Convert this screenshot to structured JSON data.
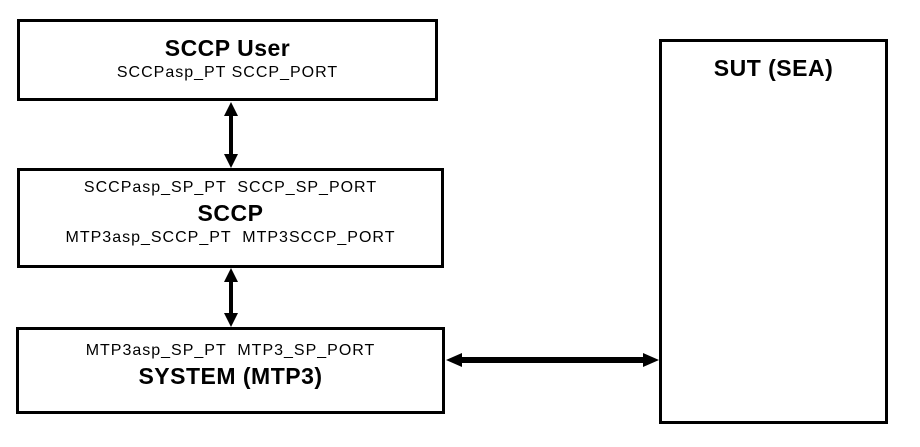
{
  "colors": {
    "background": "#ffffff",
    "line": "#000000",
    "text": "#000000"
  },
  "boxes": {
    "sccp_user": {
      "title": "SCCP User",
      "ports": "SCCPasp_PT SCCP_PORT"
    },
    "sccp": {
      "ports_upper": "SCCPasp_SP_PT  SCCP_SP_PORT",
      "title": "SCCP",
      "ports_lower": "MTP3asp_SCCP_PT  MTP3SCCP_PORT"
    },
    "system_mtp3": {
      "ports_upper": "MTP3asp_SP_PT  MTP3_SP_PORT",
      "title": "SYSTEM (MTP3)"
    },
    "sut": {
      "title": "SUT (SEA)"
    }
  },
  "connectors": [
    {
      "name": "sccp-user-to-sccp",
      "style": "double-headed-arrow",
      "orientation": "vertical",
      "from": "sccp_user",
      "to": "sccp"
    },
    {
      "name": "sccp-to-system-mtp3",
      "style": "double-headed-arrow",
      "orientation": "vertical",
      "from": "sccp",
      "to": "system_mtp3"
    },
    {
      "name": "system-mtp3-to-sut",
      "style": "double-headed-arrow",
      "orientation": "horizontal",
      "from": "system_mtp3",
      "to": "sut"
    }
  ]
}
